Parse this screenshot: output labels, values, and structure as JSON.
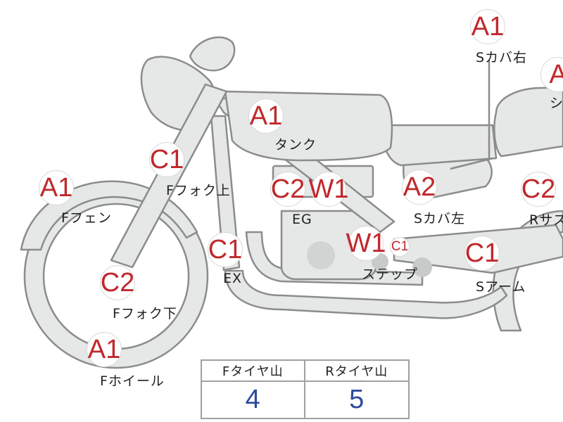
{
  "parts": [
    {
      "id": "tank",
      "grade": "A1",
      "label": "タンク"
    },
    {
      "id": "s-cover-right",
      "grade": "A1",
      "label": "Sカバ右"
    },
    {
      "id": "seat",
      "grade": "A",
      "label": "シ"
    },
    {
      "id": "f-fork-upper",
      "grade": "C1",
      "label": "Fフォク上"
    },
    {
      "id": "engine",
      "grade": "C2",
      "label": "EG"
    },
    {
      "id": "engine-w",
      "grade": "W1",
      "label": ""
    },
    {
      "id": "s-cover-left",
      "grade": "A2",
      "label": "Sカバ左"
    },
    {
      "id": "r-suspension",
      "grade": "C2",
      "label": "Rサス"
    },
    {
      "id": "f-fender",
      "grade": "A1",
      "label": "Fフェン"
    },
    {
      "id": "exhaust",
      "grade": "C1",
      "label": "EX"
    },
    {
      "id": "step",
      "grade": "W1",
      "label": "ステップ"
    },
    {
      "id": "step-c",
      "grade": "C1",
      "label": ""
    },
    {
      "id": "s-arm",
      "grade": "C1",
      "label": "Sアーム"
    },
    {
      "id": "f-fork-lower",
      "grade": "C2",
      "label": "Fフォク下"
    },
    {
      "id": "f-wheel",
      "grade": "A1",
      "label": "Fホイール"
    }
  ],
  "tread": {
    "headers": [
      "Fタイヤ山",
      "Rタイヤ山"
    ],
    "values": [
      "4",
      "5"
    ]
  },
  "colors": {
    "grade": "#c0282c",
    "value": "#2e4a9c",
    "part_fill": "#e6e7e7",
    "part_stroke": "#8b8c8c"
  }
}
